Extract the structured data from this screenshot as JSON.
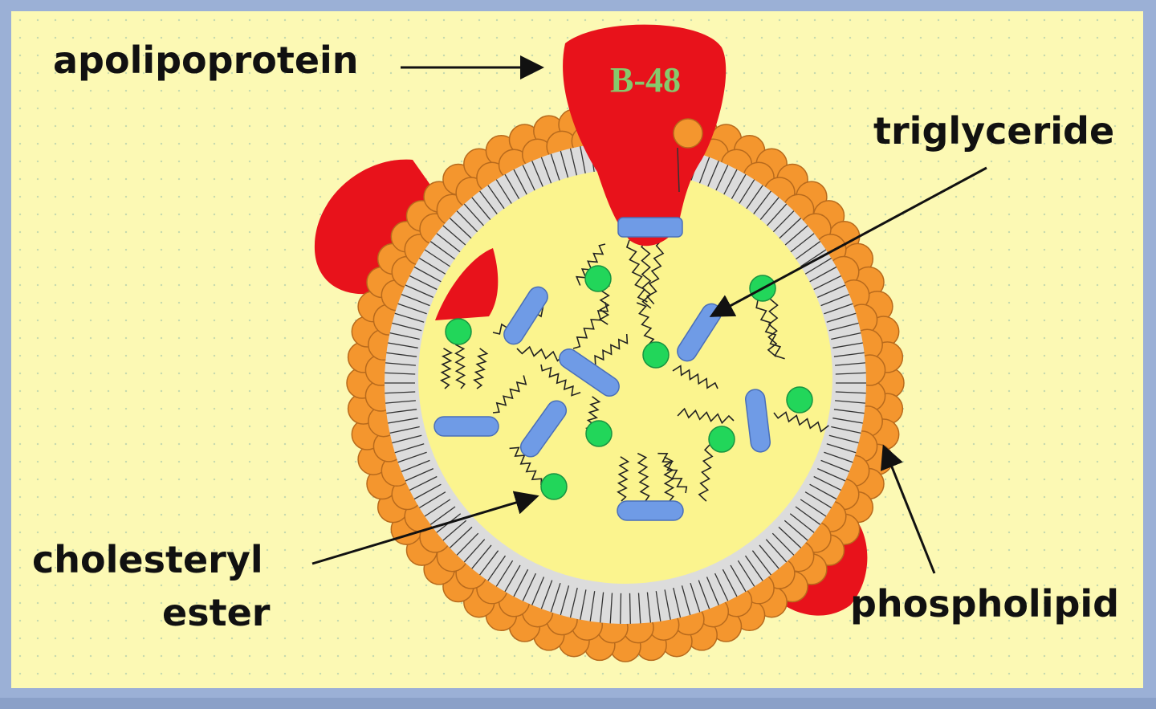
{
  "labels": {
    "apolipoprotein": "apolipoprotein",
    "triglyceride": "triglyceride",
    "cholesteryl_line1": "cholesteryl",
    "cholesteryl_line2": "ester",
    "phospholipid": "phospholipid",
    "apo_tag": "B-48"
  },
  "colors": {
    "background": "#fcf9b4",
    "frame": "#9bb0d6",
    "apolipoprotein": "#e8121b",
    "phospholipid_head": "#f4962e",
    "bilayer": "#dcdcdc",
    "core": "#fbf48e",
    "triglyceride": "#6f9be6",
    "cholesteryl_ester": "#22d65a",
    "apo_tag_text": "#86c96c"
  },
  "icons": [
    "phospholipid-head-icon",
    "triglyceride-icon",
    "cholesteryl-ester-icon",
    "arrow-icon"
  ]
}
